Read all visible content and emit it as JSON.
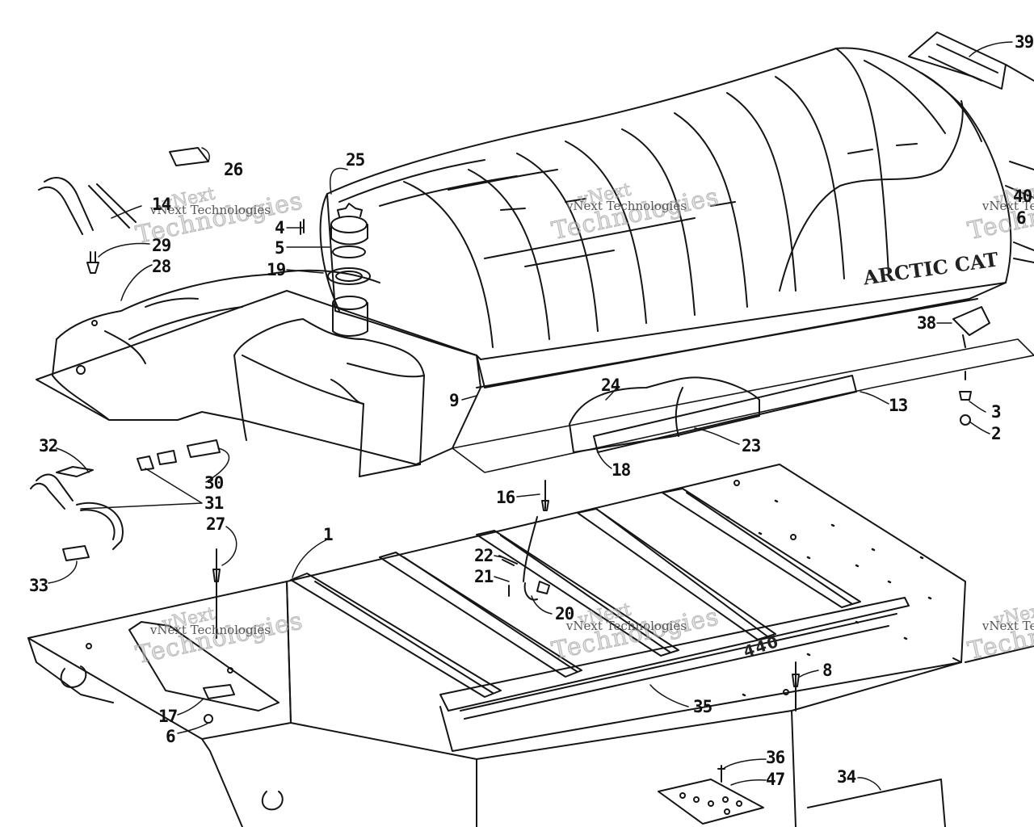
{
  "diagram": {
    "brand_text": "ARCTIC CAT",
    "emblem_text": "440",
    "watermark": {
      "small": "vNext Technologies",
      "big": "Technologies",
      "brand": "vNext"
    },
    "callouts": {
      "c1": "1",
      "c2": "2",
      "c3": "3",
      "c4": "4",
      "c5": "5",
      "c6a": "6",
      "c6b": "6",
      "c8": "8",
      "c9": "9",
      "c13": "13",
      "c14": "14",
      "c16": "16",
      "c17": "17",
      "c18": "18",
      "c19": "19",
      "c20": "20",
      "c21": "21",
      "c22": "22",
      "c23": "23",
      "c24": "24",
      "c25": "25",
      "c26": "26",
      "c27": "27",
      "c28": "28",
      "c29": "29",
      "c30": "30",
      "c31": "31",
      "c32": "32",
      "c33": "33",
      "c34": "34",
      "c35": "35",
      "c36": "36",
      "c38": "38",
      "c39": "39",
      "c40": "40",
      "c47": "47"
    }
  }
}
